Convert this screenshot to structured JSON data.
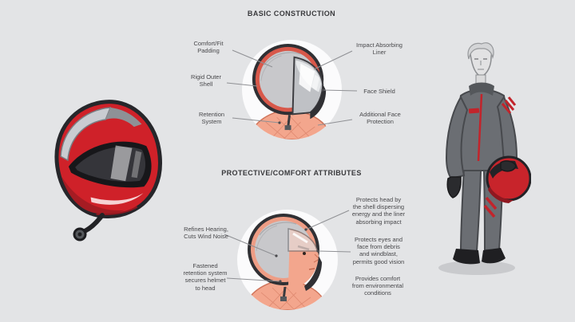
{
  "colors": {
    "background": "#e3e4e6",
    "accent_red": "#cf2129",
    "title_text": "#3a3a3d",
    "label_text": "#48484b",
    "skin": "#f3a68d",
    "suit_gray": "#6b6e73"
  },
  "basic_construction": {
    "title": "BASIC CONSTRUCTION",
    "labels": {
      "comfort_fit": "Comfort/Fit\nPadding",
      "rigid_outer": "Rigid Outer\nShell",
      "retention": "Retention\nSystem",
      "impact_liner": "Impact Absorbing\nLiner",
      "face_shield": "Face Shield",
      "additional_face": "Additional Face\nProtection"
    }
  },
  "protective_attributes": {
    "title": "PROTECTIVE/COMFORT ATTRIBUTES",
    "labels": {
      "hearing": "Refines Hearing,\nCuts Wind Noise",
      "fastened": "Fastened\nretention system\nsecures helmet\nto head",
      "protects_head": "Protects head by\nthe shell dispersing\nenergy and the liner\nabsorbing impact",
      "protects_eyes": "Protects eyes and\nface from debris\nand windblast,\npermits good vision",
      "comfort": "Provides comfort\nfrom environmental\nconditions"
    }
  },
  "illustrations": {
    "red_helmet": "red-racing-helmet",
    "helmet_cross_section_closed": "helmet-cross-section-closed-visor",
    "helmet_cross_section_open": "helmet-cross-section-open-visor",
    "driver": "race-driver-holding-helmet"
  }
}
